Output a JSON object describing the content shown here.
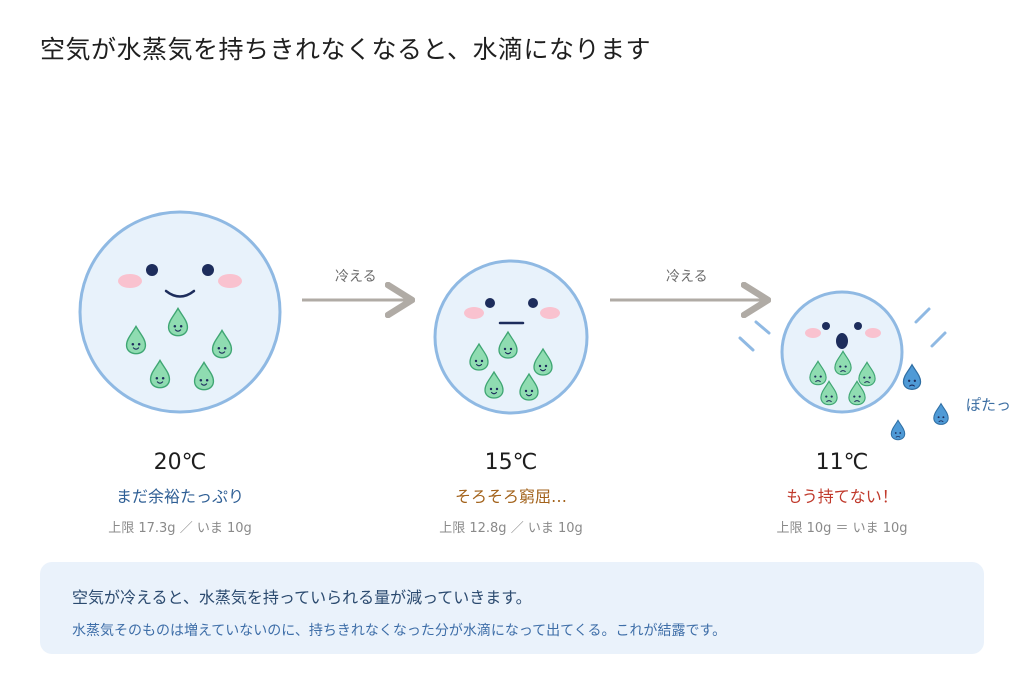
{
  "title": "空気が水蒸気を持ちきれなくなると、水滴になります",
  "colors": {
    "circle_fill": "#e8f2fb",
    "circle_stroke": "#8fb9e3",
    "droplet_green": "#8fdcb1",
    "droplet_green_stroke": "#3fa673",
    "droplet_blue": "#4f9ad6",
    "arrow": "#b0aba5",
    "status_blue": "#2f5f95",
    "status_orange": "#a3631c",
    "status_red": "#c0392b",
    "note_bg": "#eaf2fb"
  },
  "stages": [
    {
      "temperature": "20℃",
      "status": "まだ余裕たっぷり",
      "capacity": "上限 17.3g ／ いま 10g",
      "face": "happy",
      "status_color": "status_blue"
    },
    {
      "temperature": "15℃",
      "status": "そろそろ窮屈…",
      "capacity": "上限 12.8g ／ いま 10g",
      "face": "neutral",
      "status_color": "status_orange"
    },
    {
      "temperature": "11℃",
      "status": "もう持てない！",
      "capacity": "上限 10g ＝ いま 10g",
      "face": "surprised",
      "status_color": "status_red"
    }
  ],
  "arrows": [
    {
      "label": "冷える"
    },
    {
      "label": "冷える"
    }
  ],
  "drip_text": "ぽたっ",
  "note": {
    "line1": "空気が冷えると、水蒸気を持っていられる量が減っていきます。",
    "line2": "水蒸気そのものは増えていないのに、持ちきれなくなった分が水滴になって出てくる。これが結露です。"
  }
}
